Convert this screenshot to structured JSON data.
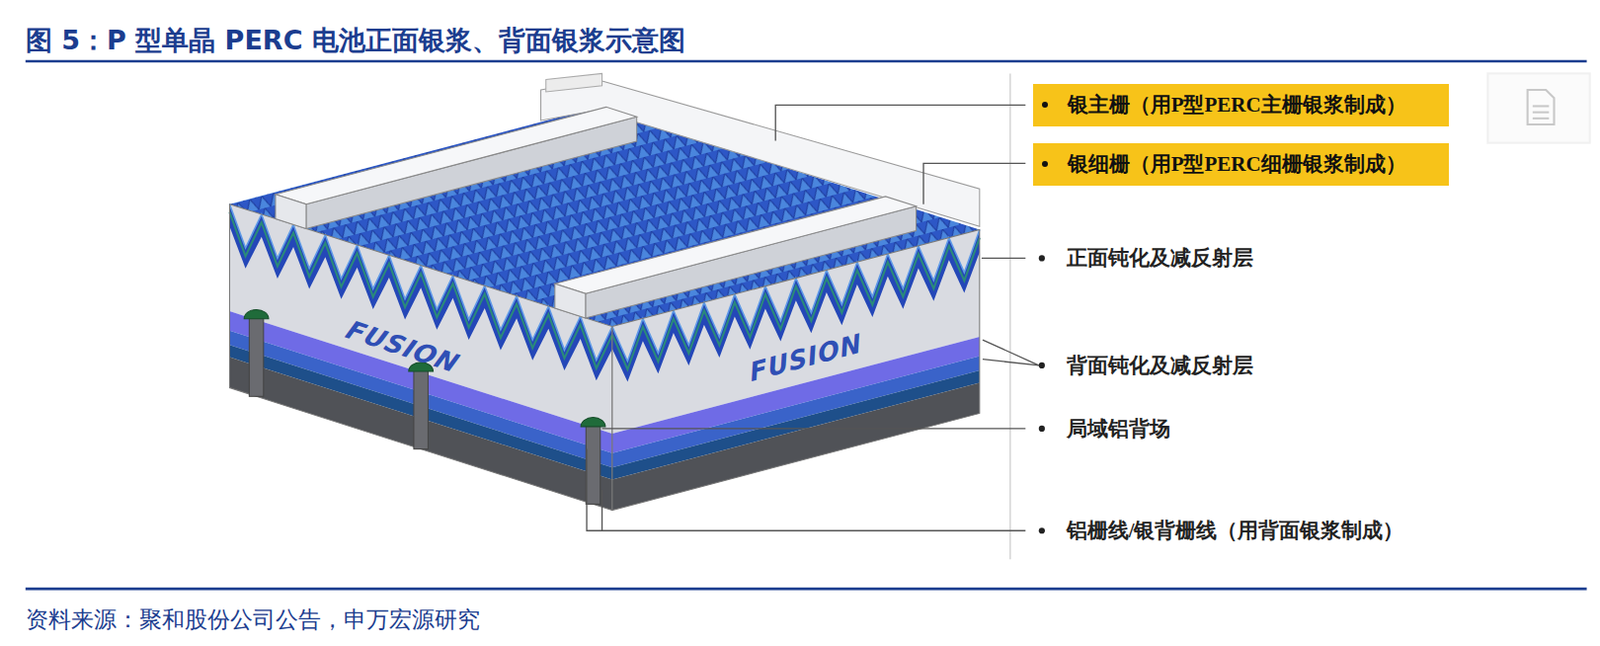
{
  "diagram": {
    "title": "图 5：P 型单晶 PERC 电池正面银浆、背面银浆示意图",
    "caption": "资料来源：聚和股份公司公告，申万宏源研究",
    "nodes": [
      {
        "text": [
          "银主栅（用P型PERC主栅银浆制成）"
        ]
      },
      {
        "text": [
          "银细栅（用P型PERC细栅银浆制成）"
        ]
      }
    ],
    "labels": [
      "正面钝化及减反射层",
      "背面钝化及减反射层",
      "局域铝背场",
      "铝栅线/银背栅线（用背面银浆制成）",
      "FUSION",
      "FUSION"
    ]
  }
}
